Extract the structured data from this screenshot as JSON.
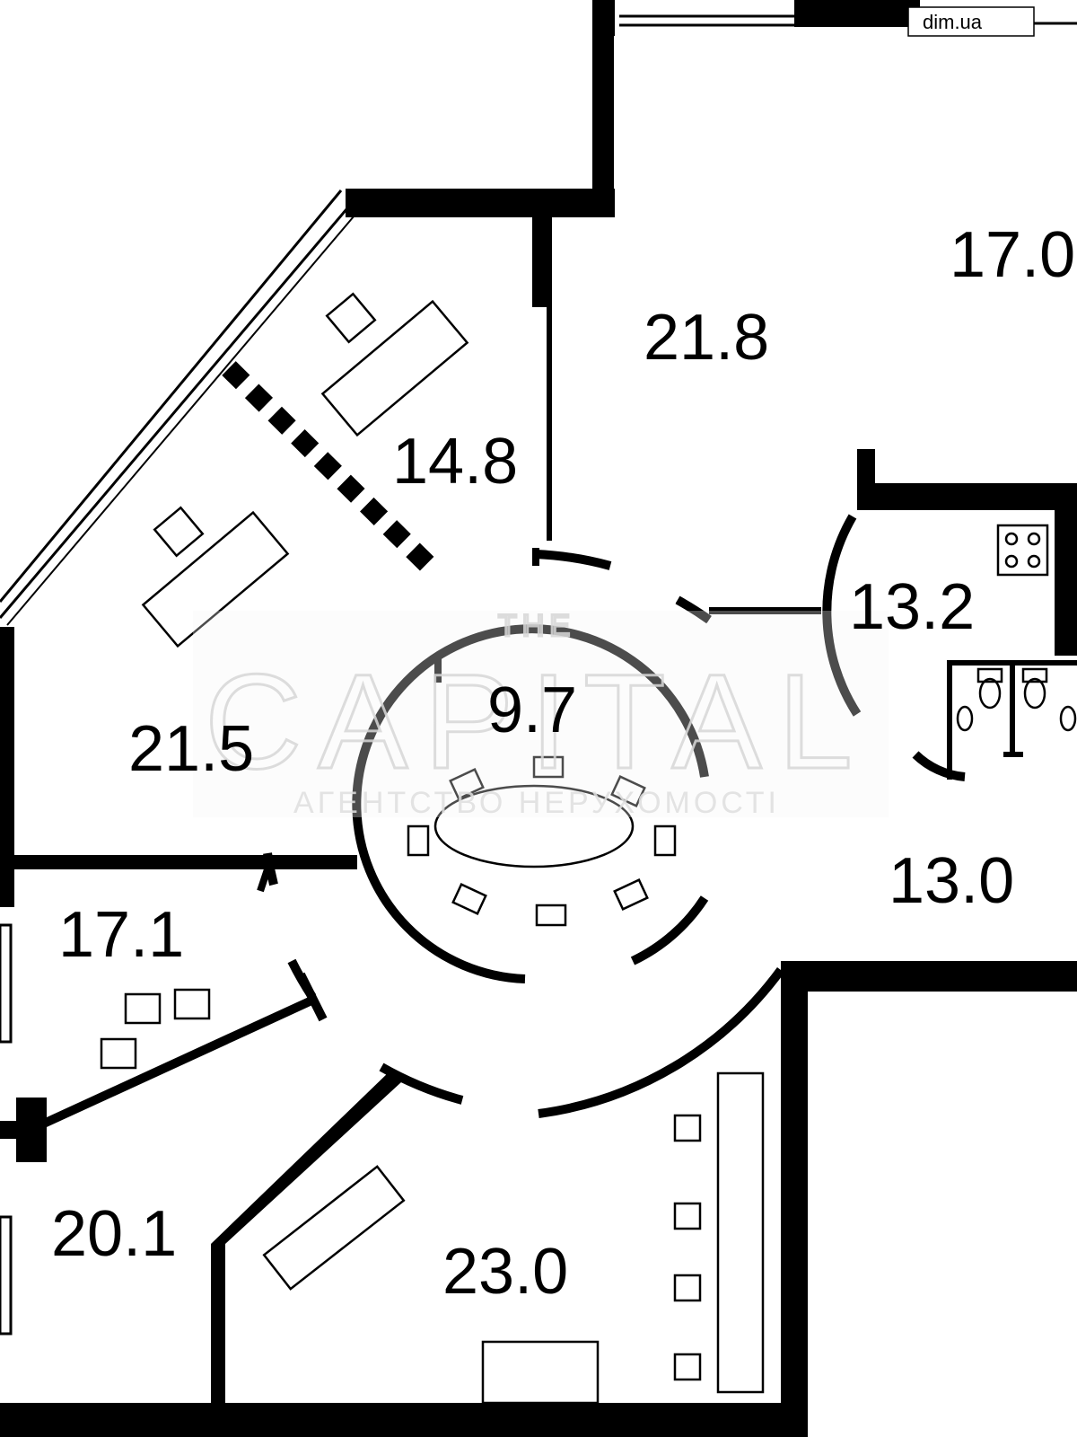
{
  "plan": {
    "colors": {
      "wall": "#000000",
      "background": "#ffffff",
      "watermark": "#d9d9d9"
    },
    "rooms": [
      {
        "id": "room-17-0",
        "area": "17.0"
      },
      {
        "id": "room-21-8",
        "area": "21.8"
      },
      {
        "id": "room-14-8",
        "area": "14.8"
      },
      {
        "id": "room-13-2",
        "area": "13.2"
      },
      {
        "id": "room-9-7",
        "area": "9.7"
      },
      {
        "id": "room-21-5",
        "area": "21.5"
      },
      {
        "id": "room-13-0",
        "area": "13.0"
      },
      {
        "id": "room-17-1",
        "area": "17.1"
      },
      {
        "id": "room-20-1",
        "area": "20.1"
      },
      {
        "id": "room-23-0",
        "area": "23.0"
      }
    ],
    "watermark": {
      "top": "THE",
      "title": "CAPITAL",
      "subtitle": "АГЕНТСТВО НЕРУХОМОСТІ"
    },
    "corner_tag": "dim.ua",
    "icons": {
      "stove": "stove-icon",
      "toilet": "toilet-icon",
      "sink": "sink-icon",
      "table": "conference-table-icon",
      "chair": "chair-icon",
      "desk": "desk-icon"
    }
  }
}
